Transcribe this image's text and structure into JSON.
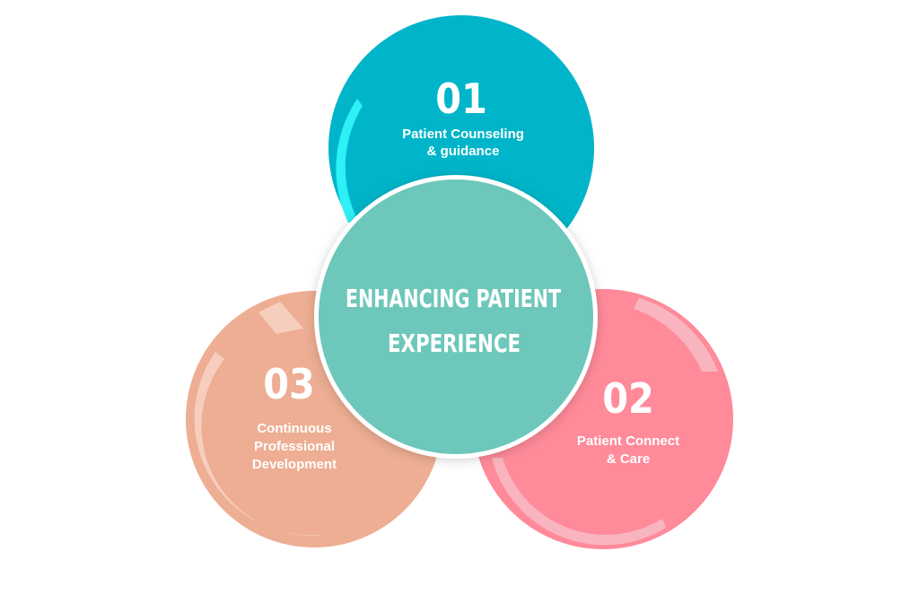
{
  "diagram": {
    "center": {
      "title_lines": [
        "ENHANCING PATIENT",
        "EXPERIENCE"
      ],
      "color": "#6DC7BA"
    },
    "items": [
      {
        "number": "01",
        "label_lines": [
          "Patient Counseling",
          "& guidance"
        ],
        "color": "#00B5C9",
        "highlight": "#2EF0F5"
      },
      {
        "number": "02",
        "label_lines": [
          "Patient Connect",
          "& Care"
        ],
        "color": "#FF8A9A",
        "highlight": "#F9B5BF"
      },
      {
        "number": "03",
        "label_lines": [
          "Continuous",
          "Professional",
          "Development"
        ],
        "color": "#EDAE93",
        "highlight": "#F8D3C6"
      }
    ]
  }
}
